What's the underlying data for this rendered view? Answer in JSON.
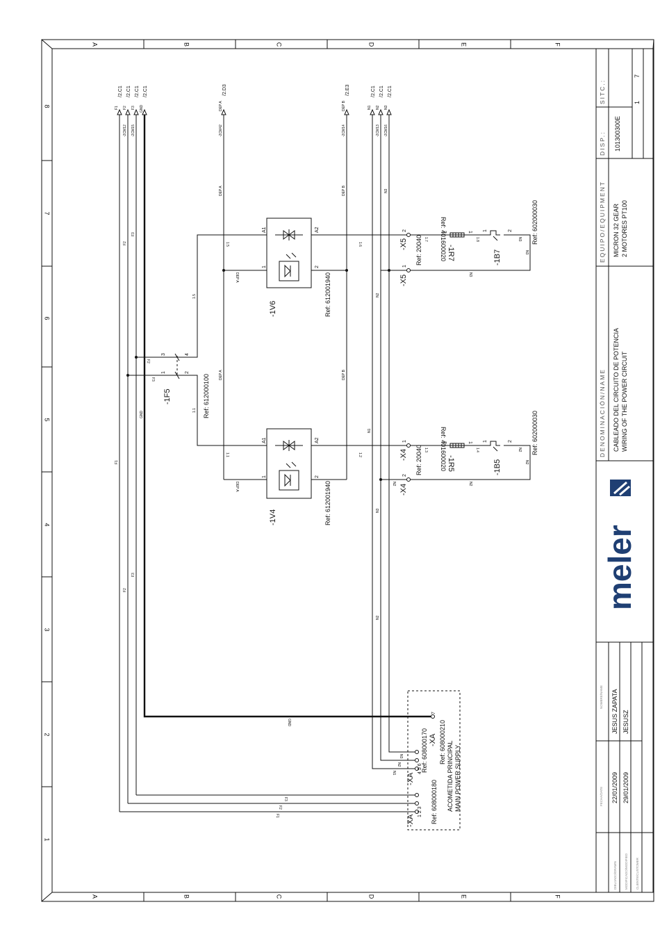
{
  "frame": {
    "top_letters": [
      "A",
      "B",
      "C",
      "D",
      "E",
      "F"
    ],
    "bottom_letters": [
      "A",
      "B",
      "C",
      "D",
      "E",
      "F"
    ],
    "side_numbers": [
      "8",
      "7",
      "6",
      "5",
      "4",
      "3",
      "2",
      "1"
    ]
  },
  "top_terminals": {
    "left": [
      {
        "label": "F1",
        "ref": "/2.C1",
        "cable": "-2CM12"
      },
      {
        "label": "F2",
        "ref": "/2.C1",
        "cable": "-2CM15"
      },
      {
        "label": "F3",
        "ref": "/2.C1",
        "cable": ""
      },
      {
        "label": "GND",
        "ref": "/2.C1",
        "cable": ""
      }
    ],
    "depa": {
      "label": "DEP A",
      "ref": "/2.D3",
      "cable": "-2CM42"
    },
    "depb": {
      "label": "DEP B",
      "ref": "/2.E3",
      "cable": "-2CM14"
    },
    "right": [
      {
        "label": "N1",
        "ref": "/2.C1",
        "cable": "-2CM13"
      },
      {
        "label": "N2",
        "ref": "/2.C1",
        "cable": "-2CM16"
      },
      {
        "label": "N3",
        "ref": "/2.C1",
        "cable": ""
      }
    ]
  },
  "wires": {
    "F1": "F1",
    "F2": "F2",
    "F3": "F3",
    "GND": "GND",
    "DEPA": "DEP A",
    "DEPB": "DEP B",
    "N1": "N1",
    "N2": "N2",
    "N3": "N3",
    "w11": "1.1",
    "w15": "1.5",
    "w12": "1.2",
    "w16": "1.6",
    "w13": "1.3",
    "w14": "1.4",
    "w17": "1.7",
    "w18": "1.8",
    "f2": "F2",
    "f3": "F3"
  },
  "fuse": {
    "tag": "-1F5",
    "ref": "Ref: 612000100",
    "pins": [
      "1",
      "2",
      "3",
      "4"
    ]
  },
  "ssr_top": {
    "tag": "-1V6",
    "ref": "Ref: 612001940",
    "a1": "A1",
    "a2": "A2",
    "p1": "1",
    "p2": "2"
  },
  "ssr_bottom": {
    "tag": "-1V4",
    "ref": "Ref: 612001940",
    "a1": "A1",
    "a2": "A2",
    "p1": "1",
    "p2": "2"
  },
  "conn_x5": {
    "tag_top": "-X5",
    "tag_bot": "-X5",
    "pin_top": "2",
    "pin_bot": "1",
    "ref": "Ref: 20040"
  },
  "conn_x4": {
    "tag_top": "-X4",
    "tag_bot": "-X4",
    "pin_top": "1",
    "pin_bot": "2",
    "ref": "Ref: 20040"
  },
  "res_top": {
    "tag": "-1R7",
    "ref": "Ref: 401600020",
    "p1": "1",
    "p2": "2"
  },
  "res_bot": {
    "tag": "-1R5",
    "ref": "Ref: 401600020",
    "p1": "1",
    "p2": "2"
  },
  "thermo_top": {
    "tag": "-1B7",
    "ref": "Ref: 602000030",
    "p1": "1",
    "p2": "2"
  },
  "thermo_bot": {
    "tag": "-1B5",
    "ref": "Ref: 602000030",
    "p1": "1",
    "p2": "2"
  },
  "supply": {
    "xa1": "-XA",
    "xa1_pins": "1 2 3",
    "xa1_ref": "Ref: 608000180",
    "xa2": "-XA",
    "xa2_pins": "4 5 6",
    "xa2_ref": "Ref: 608000170",
    "xa3": "-XA",
    "xa3_pin": "7",
    "xa3_ref": "Ref: 608000210",
    "title_es": "ACOMETIDA PRINCIPAL",
    "title_en": "MAIN POWER SUPPLY"
  },
  "title_block": {
    "brand": "meler",
    "brand_color": "#1f3f73",
    "denom_header": "DENOMINACIÓN/NAME",
    "name_es": "CABLEADO DEL CIRCUITO DE POTENCIA",
    "name_en": "WIRING OF THE POWER CIRCUIT",
    "equip_header": "EQUIPO/EQUIPMENT",
    "equip_1": "MICRON 32 GEAR",
    "equip_2": "2 MOTORES PT100",
    "disp_header": "DISP.:",
    "sitc_header": "SITC.:",
    "ref_number": "101300300E",
    "sheet_number": "1",
    "sheet_total": "7",
    "date_header": "FECHA/DATE",
    "name_header": "NOMBRE/NAME",
    "date_1": "22/01/2009",
    "date_2": "29/01/2009",
    "person_1": "JESUS ZAPATA",
    "person_2": "JESUSZ",
    "row_1": "DIBUJADO/DRAWN",
    "row_2": "MODIFICADO/MODIFIED",
    "row_3": "CLIENTE/CUSTOMER"
  }
}
